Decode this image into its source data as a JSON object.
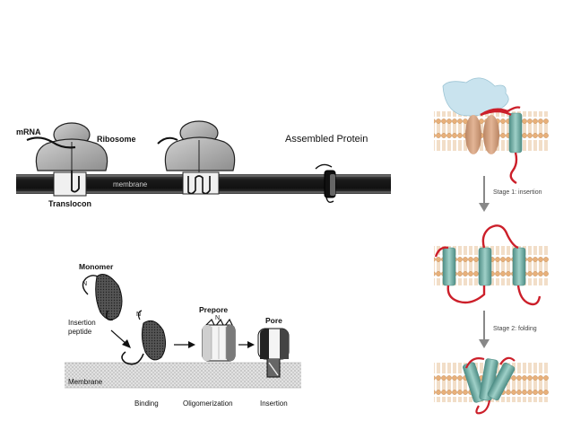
{
  "top_panel": {
    "mrna": "mRNA",
    "ribosome": "Ribosome",
    "translocon": "Translocon",
    "membrane": "membrane",
    "assembled_protein": "Assembled Protein"
  },
  "bottom_panel": {
    "monomer": "Monomer",
    "n_terminus": "N",
    "insertion_peptide_1": "Insertion",
    "insertion_peptide_2": "peptide",
    "prepore": "Prepore",
    "pore": "Pore",
    "membrane": "Membrane",
    "binding": "Binding",
    "oligomerization": "Oligomerization",
    "insertion": "Insertion"
  },
  "right_panel": {
    "stage1": "Stage 1: insertion",
    "stage2": "Stage 2: folding"
  },
  "colors": {
    "helix": "#7fb8b0",
    "helix_dark": "#4f8e86",
    "loop": "#cc1f2a",
    "lipid_head": "#e8b07a",
    "ribosome_right": "#c9e3ee",
    "ribosome_left": "#d9a98a",
    "membrane_dark": "#1c1c1c"
  }
}
